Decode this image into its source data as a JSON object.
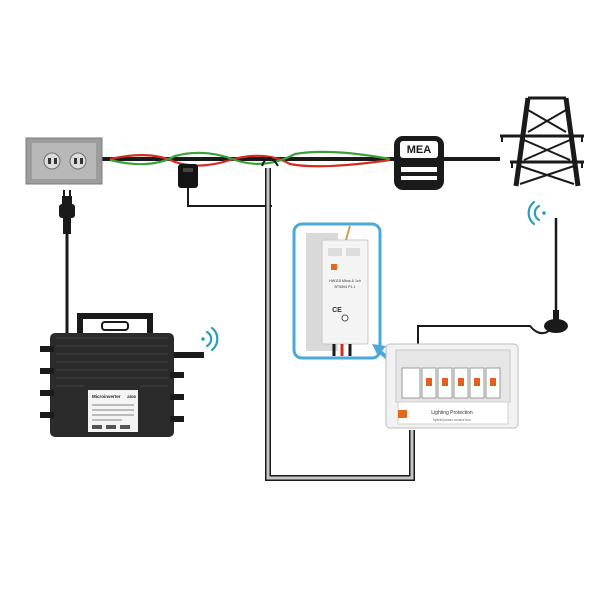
{
  "meter": {
    "label": "MEA"
  },
  "inverter": {
    "label": "Microinverter",
    "model": "2800"
  },
  "meter_module": {
    "model": "HW115 Mbus & 1ch",
    "line2": "BT5504 P1.1",
    "line3": "CE"
  },
  "control_box": {
    "title": "Lighting Protection",
    "subtitle": "hybrid power control box"
  },
  "colors": {
    "wire_black": "#1a1a1a",
    "wire_red": "#d42a1f",
    "wire_green": "#3aa13a",
    "wire_gray": "#bfbfbf",
    "accent_blue": "#4aa9d8",
    "device_dark": "#2b2b2b",
    "wifi_teal": "#2b9fb8"
  },
  "icons": [
    "wall-socket-icon",
    "plug-icon",
    "current-clamp-icon",
    "wifi-icon",
    "antenna-icon",
    "power-tower-icon",
    "electric-meter-icon",
    "ce-mark-icon"
  ]
}
